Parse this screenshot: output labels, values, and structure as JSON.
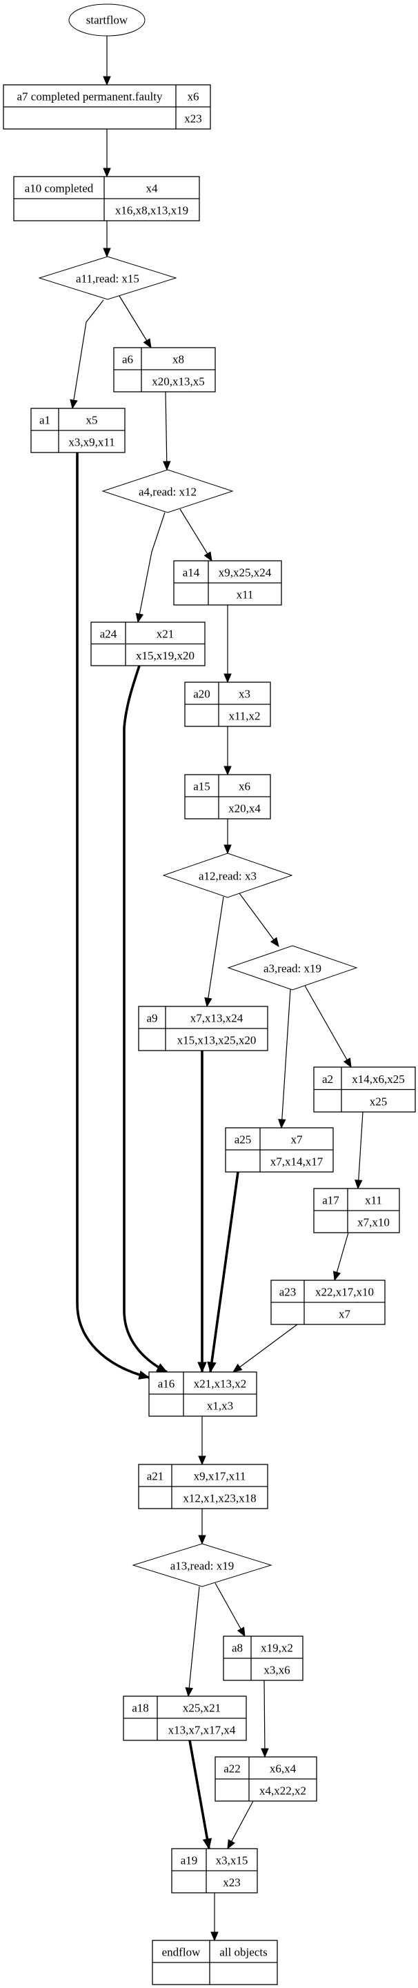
{
  "diagram": {
    "type": "flowchart",
    "start": {
      "id": "startflow",
      "label": "startflow",
      "shape": "ellipse"
    },
    "nodes": [
      {
        "id": "a7",
        "shape": "record",
        "name": "a7 completed permanent.faulty",
        "top": "x6",
        "bottom": "x23"
      },
      {
        "id": "a10",
        "shape": "record",
        "name": "a10 completed",
        "top": "x4",
        "bottom": "x16,x8,x13,x19"
      },
      {
        "id": "a11",
        "shape": "diamond",
        "label": "a11,read: x15"
      },
      {
        "id": "a6",
        "shape": "record",
        "name": "a6",
        "top": "x8",
        "bottom": "x20,x13,x5"
      },
      {
        "id": "a1",
        "shape": "record",
        "name": "a1",
        "top": "x5",
        "bottom": "x3,x9,x11"
      },
      {
        "id": "a4",
        "shape": "diamond",
        "label": "a4,read: x12"
      },
      {
        "id": "a14",
        "shape": "record",
        "name": "a14",
        "top": "x9,x25,x24",
        "bottom": "x11"
      },
      {
        "id": "a24",
        "shape": "record",
        "name": "a24",
        "top": "x21",
        "bottom": "x15,x19,x20"
      },
      {
        "id": "a20",
        "shape": "record",
        "name": "a20",
        "top": "x3",
        "bottom": "x11,x2"
      },
      {
        "id": "a15",
        "shape": "record",
        "name": "a15",
        "top": "x6",
        "bottom": "x20,x4"
      },
      {
        "id": "a12",
        "shape": "diamond",
        "label": "a12,read: x3"
      },
      {
        "id": "a3",
        "shape": "diamond",
        "label": "a3,read: x19"
      },
      {
        "id": "a9",
        "shape": "record",
        "name": "a9",
        "top": "x7,x13,x24",
        "bottom": "x15,x13,x25,x20"
      },
      {
        "id": "a2",
        "shape": "record",
        "name": "a2",
        "top": "x14,x6,x25",
        "bottom": "x25"
      },
      {
        "id": "a25",
        "shape": "record",
        "name": "a25",
        "top": "x7",
        "bottom": "x7,x14,x17"
      },
      {
        "id": "a17",
        "shape": "record",
        "name": "a17",
        "top": "x11",
        "bottom": "x7,x10"
      },
      {
        "id": "a23",
        "shape": "record",
        "name": "a23",
        "top": "x22,x17,x10",
        "bottom": "x7"
      },
      {
        "id": "a16",
        "shape": "record",
        "name": "a16",
        "top": "x21,x13,x2",
        "bottom": "x1,x3"
      },
      {
        "id": "a21",
        "shape": "record",
        "name": "a21",
        "top": "x9,x17,x11",
        "bottom": "x12,x1,x23,x18"
      },
      {
        "id": "a13",
        "shape": "diamond",
        "label": "a13,read: x19"
      },
      {
        "id": "a8",
        "shape": "record",
        "name": "a8",
        "top": "x19,x2",
        "bottom": "x3,x6"
      },
      {
        "id": "a18",
        "shape": "record",
        "name": "a18",
        "top": "x25,x21",
        "bottom": "x13,x7,x17,x4"
      },
      {
        "id": "a22",
        "shape": "record",
        "name": "a22",
        "top": "x6,x4",
        "bottom": "x4,x22,x2"
      },
      {
        "id": "a19",
        "shape": "record",
        "name": "a19",
        "top": "x3,x15",
        "bottom": "x23"
      },
      {
        "id": "endflow",
        "shape": "record",
        "name": "endflow",
        "top": "all objects",
        "bottom": ""
      }
    ],
    "edges": [
      {
        "from": "startflow",
        "to": "a7",
        "bold": false
      },
      {
        "from": "a7",
        "to": "a10",
        "bold": false
      },
      {
        "from": "a10",
        "to": "a11",
        "bold": false
      },
      {
        "from": "a11",
        "to": "a1",
        "bold": false
      },
      {
        "from": "a11",
        "to": "a6",
        "bold": false
      },
      {
        "from": "a6",
        "to": "a4",
        "bold": false
      },
      {
        "from": "a4",
        "to": "a24",
        "bold": false
      },
      {
        "from": "a4",
        "to": "a14",
        "bold": false
      },
      {
        "from": "a14",
        "to": "a20",
        "bold": false
      },
      {
        "from": "a20",
        "to": "a15",
        "bold": false
      },
      {
        "from": "a15",
        "to": "a12",
        "bold": false
      },
      {
        "from": "a12",
        "to": "a9",
        "bold": false
      },
      {
        "from": "a12",
        "to": "a3",
        "bold": false
      },
      {
        "from": "a3",
        "to": "a25",
        "bold": false
      },
      {
        "from": "a3",
        "to": "a2",
        "bold": false
      },
      {
        "from": "a2",
        "to": "a17",
        "bold": false
      },
      {
        "from": "a17",
        "to": "a23",
        "bold": false
      },
      {
        "from": "a1",
        "to": "a16",
        "bold": true
      },
      {
        "from": "a24",
        "to": "a16",
        "bold": true
      },
      {
        "from": "a9",
        "to": "a16",
        "bold": true
      },
      {
        "from": "a25",
        "to": "a16",
        "bold": true
      },
      {
        "from": "a23",
        "to": "a16",
        "bold": false
      },
      {
        "from": "a16",
        "to": "a21",
        "bold": false
      },
      {
        "from": "a21",
        "to": "a13",
        "bold": false
      },
      {
        "from": "a13",
        "to": "a18",
        "bold": false
      },
      {
        "from": "a13",
        "to": "a8",
        "bold": false
      },
      {
        "from": "a8",
        "to": "a22",
        "bold": false
      },
      {
        "from": "a18",
        "to": "a19",
        "bold": true
      },
      {
        "from": "a22",
        "to": "a19",
        "bold": false
      },
      {
        "from": "a19",
        "to": "endflow",
        "bold": false
      }
    ]
  }
}
